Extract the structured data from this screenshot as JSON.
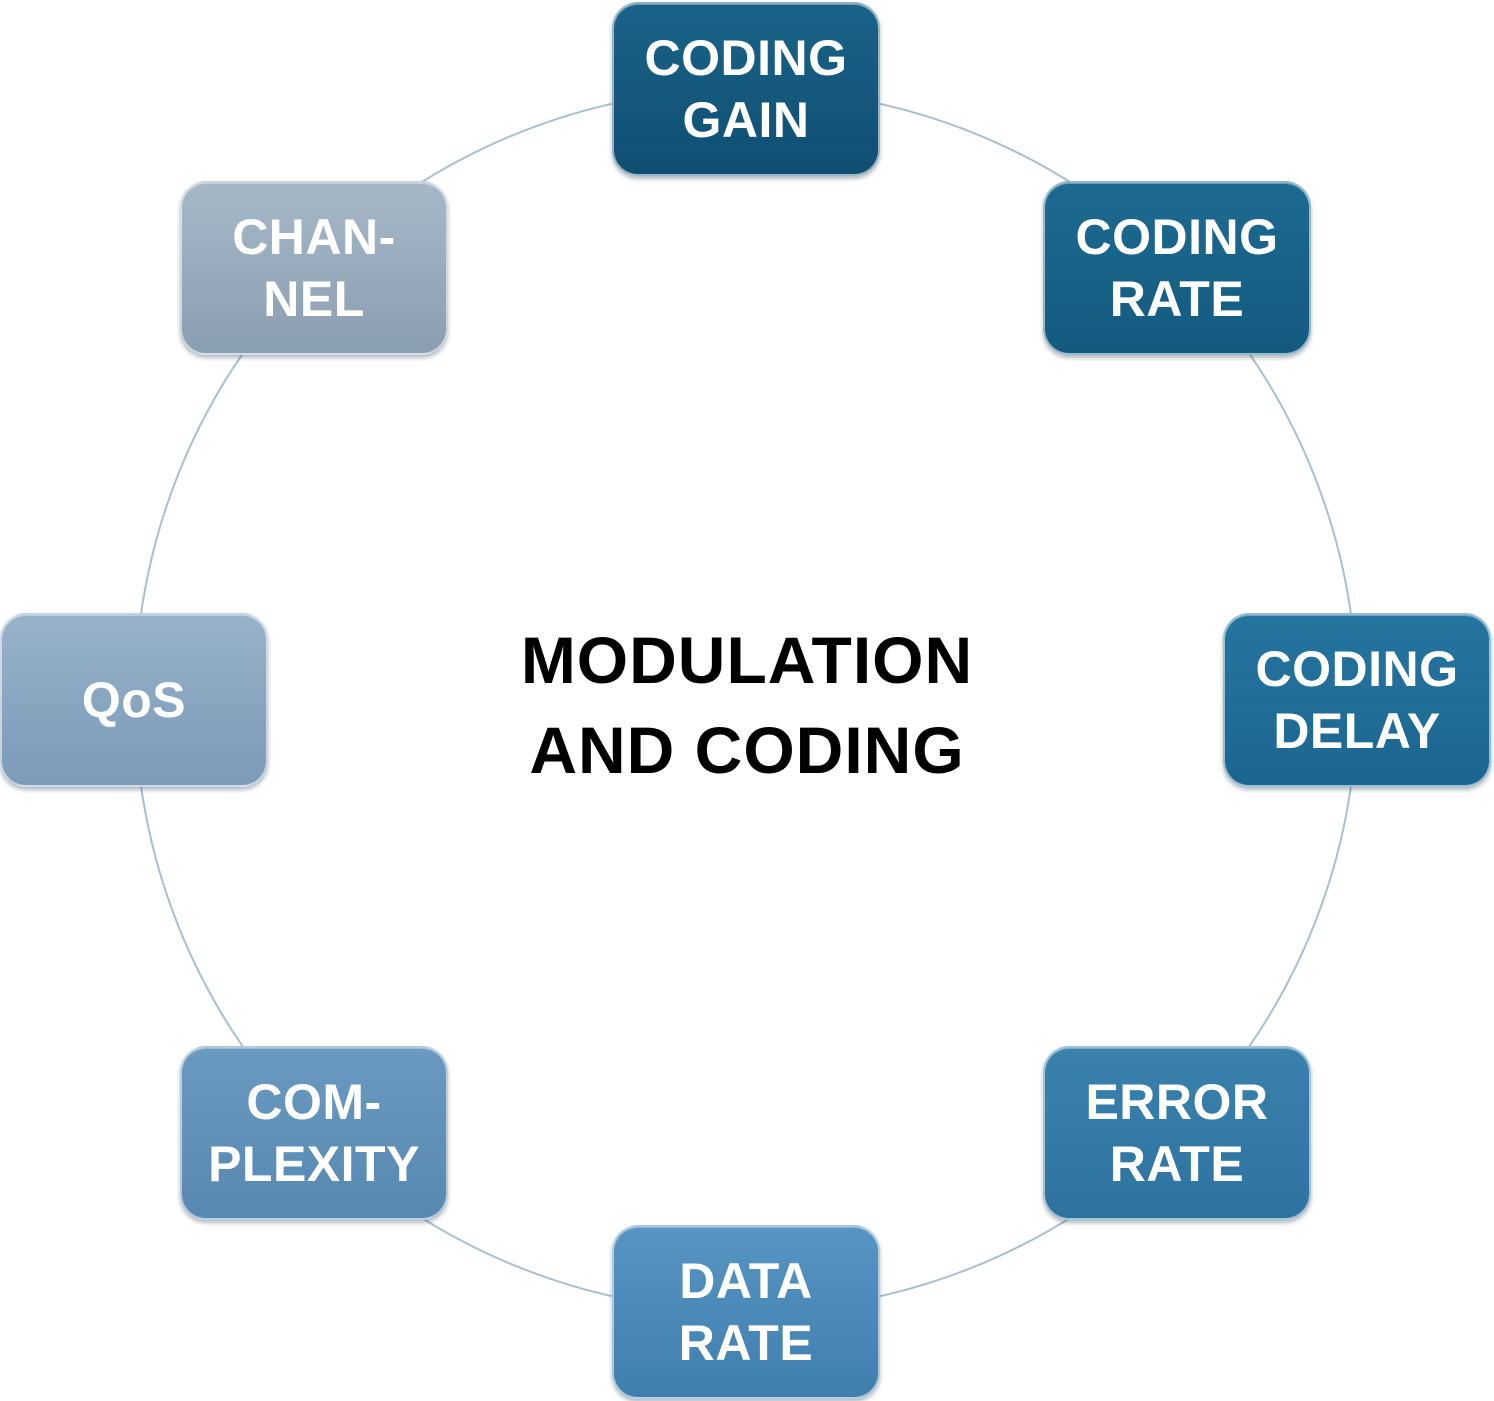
{
  "diagram": {
    "center": {
      "lines": [
        "MODULATION",
        "AND CODING"
      ]
    },
    "nodes": [
      {
        "id": "coding-gain",
        "lines": [
          "CODING",
          "GAIN"
        ]
      },
      {
        "id": "coding-rate",
        "lines": [
          "CODING",
          "RATE"
        ]
      },
      {
        "id": "coding-delay",
        "lines": [
          "CODING",
          "DELAY"
        ]
      },
      {
        "id": "error-rate",
        "lines": [
          "ERROR",
          "RATE"
        ]
      },
      {
        "id": "data-rate",
        "lines": [
          "DATA",
          "RATE"
        ]
      },
      {
        "id": "complexity",
        "lines": [
          "COM-",
          "PLEXITY"
        ]
      },
      {
        "id": "qos",
        "lines": [
          "QoS"
        ]
      },
      {
        "id": "channel",
        "lines": [
          "CHAN-",
          "NEL"
        ]
      }
    ],
    "colors": {
      "ring": "#a9bfd0",
      "center_text": "#000000",
      "node_text": "#ffffff"
    }
  }
}
